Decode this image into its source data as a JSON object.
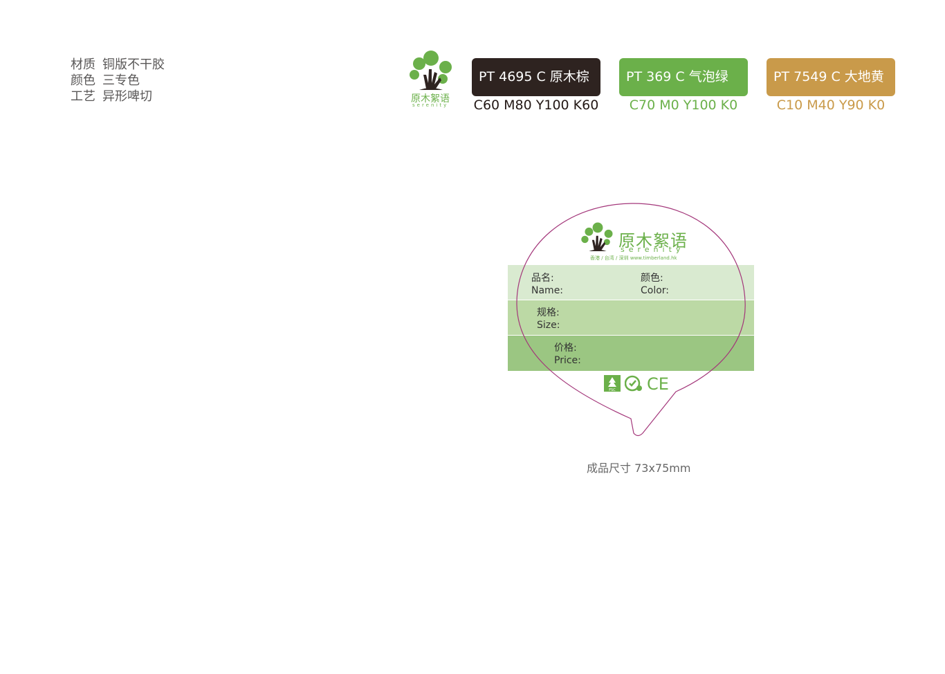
{
  "spec": {
    "rows": [
      {
        "key": "材质",
        "value": "铜版不干胶"
      },
      {
        "key": "颜色",
        "value": "三专色"
      },
      {
        "key": "工艺",
        "value": "异形啤切"
      }
    ]
  },
  "header_logo": {
    "brand_cn": "原木絮语",
    "brand_en": "serenity"
  },
  "swatches": [
    {
      "pantone": "PT 4695 C 原木棕",
      "cmyk": "C60 M80 Y100 K60",
      "color": "#2e2320",
      "text_color": "#231815"
    },
    {
      "pantone": "PT 369 C 气泡绿",
      "cmyk": "C70 M0 Y100 K0",
      "color": "#6bb04a",
      "text_color": "#6bb04a"
    },
    {
      "pantone": "PT 7549 C 大地黄",
      "cmyk": "C10 M40 Y90 K0",
      "color": "#c99a4a",
      "text_color": "#c99a4a"
    }
  ],
  "label": {
    "brand_cn": "原木絮语",
    "brand_en": "serenity",
    "url_line": "香港 / 台湾 / 深圳  www.timberland.hk",
    "fields": {
      "name_cn": "品名:",
      "name_en": "Name:",
      "color_cn": "颜色:",
      "color_en": "Color:",
      "size_cn": "规格:",
      "size_en": "Size:",
      "price_cn": "价格:",
      "price_en": "Price:"
    },
    "cert_icons": [
      "fsc-icon",
      "sgs-icon",
      "ce-mark-icon"
    ],
    "cert_fsc_text": "FSC",
    "cert_ce_text": "CE",
    "colors": {
      "band1": "#d9ead0",
      "band2": "#bcd9a5",
      "band3": "#9bc682",
      "outline": "#a3367a",
      "green": "#6bb04a"
    }
  },
  "caption": "成品尺寸  73x75mm"
}
